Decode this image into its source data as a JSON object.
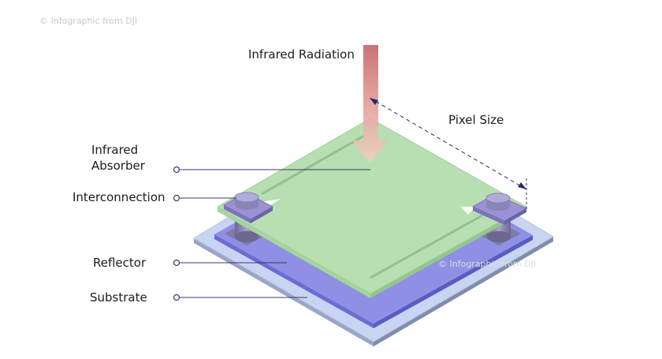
{
  "watermark": {
    "text": "© Infographic from DJI"
  },
  "labels": {
    "infrared_radiation": "Infrared Radiation",
    "pixel_size": "Pixel Size",
    "infrared_absorber": "Infrared\nAbsorber",
    "interconnection": "Interconnection",
    "reflector": "Reflector",
    "substrate": "Substrate"
  },
  "colors": {
    "substrate": "#c9d4f2",
    "reflector": "#8f8fe6",
    "absorber": "#b7dfb2",
    "absorber_edge": "#93c68c",
    "pad": "#9a92d4",
    "post": "#7f7aa8",
    "arrow": "#e8a7a2",
    "leader_line": "#3a3a6e",
    "dimension_line": "#2a2a6a"
  }
}
